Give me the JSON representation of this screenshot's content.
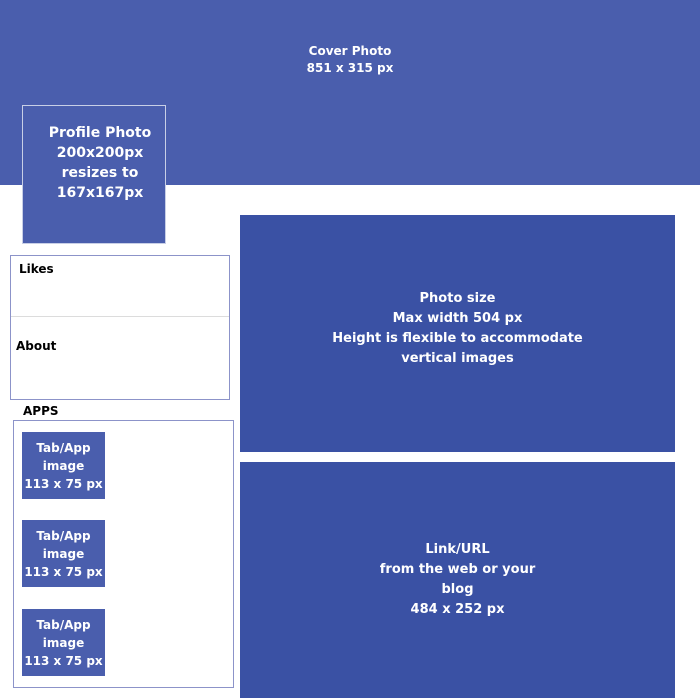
{
  "cover": {
    "lines": [
      "Cover Photo",
      "851 x 315 px"
    ]
  },
  "profile": {
    "lines": [
      "Profile Photo",
      "200x200px",
      "resizes to",
      "167x167px"
    ]
  },
  "sidebar": {
    "likes_label": "Likes",
    "about_label": "About",
    "apps_label": "APPS"
  },
  "apps": [
    {
      "lines": [
        "Tab/App",
        "image",
        "113 x 75 px"
      ]
    },
    {
      "lines": [
        "Tab/App",
        "image",
        "113 x 75 px"
      ]
    },
    {
      "lines": [
        "Tab/App",
        "image",
        "113 x 75 px"
      ]
    }
  ],
  "photo": {
    "lines": [
      "Photo size",
      "Max width 504 px",
      "Height  is flexible to accommodate",
      "vertical images"
    ]
  },
  "link": {
    "lines": [
      "Link/URL",
      "from the web or your",
      "blog",
      "484 x 252 px"
    ]
  },
  "colors": {
    "cover": "#4a5ead",
    "content": "#3a51a4",
    "border": "#8c93c9"
  }
}
